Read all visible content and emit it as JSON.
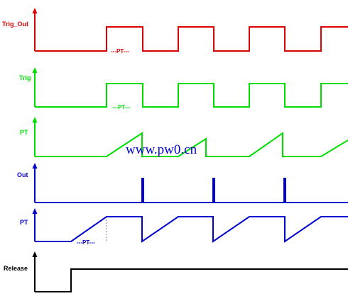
{
  "signals": {
    "trig_out": {
      "label": "Trig_Out",
      "color": "#dd0000"
    },
    "trig": {
      "label": "Trig",
      "color": "#00dd00"
    },
    "pt_green": {
      "label": "PT",
      "color": "#00dd00"
    },
    "out": {
      "label": "Out",
      "color": "#0000cc"
    },
    "pt_blue": {
      "label": "PT",
      "color": "#0000cc"
    },
    "release": {
      "label": "Release",
      "color": "#000000"
    }
  },
  "annotations": {
    "pt_red": "---PT---",
    "pt_green": "---PT---",
    "pt_blue": "---PT---"
  },
  "watermark": {
    "text": "www.pw0.cn",
    "color": "#0000cc"
  }
}
